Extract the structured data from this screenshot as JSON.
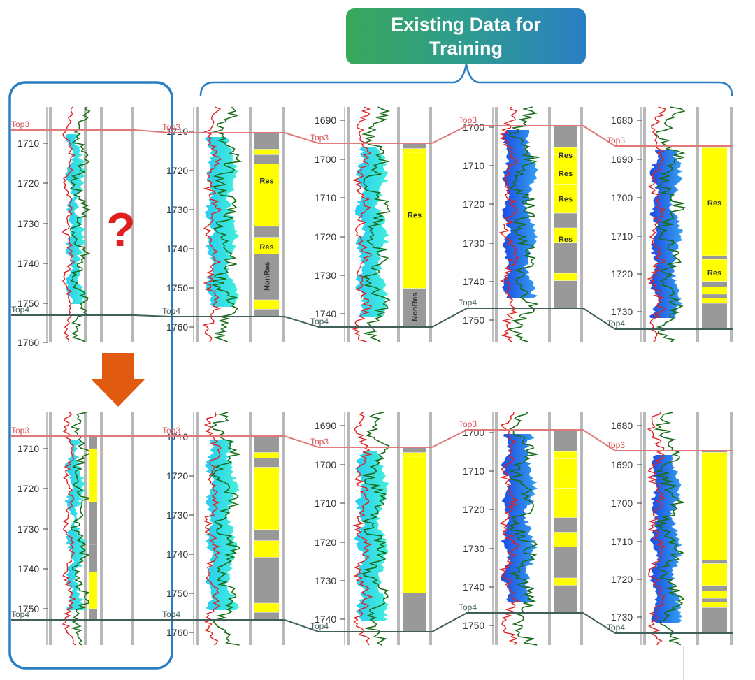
{
  "banner": {
    "line1": "Existing Data for",
    "line2": "Training"
  },
  "question_mark": "?",
  "tops": {
    "top3": "Top3",
    "top4": "Top4"
  },
  "labels": {
    "res": "Res",
    "nonres": "NonRes"
  },
  "colors": {
    "accent_blue": "#2a7fc4",
    "top3_line": "#e07a7a",
    "top4_line": "#3f5f5a",
    "question": "#e02020",
    "arrow": "#e05a10",
    "res_yellow": "#ffff00",
    "nonres_gray": "#999999",
    "curve_red": "#e02020",
    "curve_green": "#1a6e1a",
    "fill_cyan": "#22e0e8",
    "fill_blue": "#1a56e8"
  },
  "wells": [
    {
      "name": "query-well",
      "ticks": [
        "1710",
        "1720",
        "1730",
        "1740",
        "1750",
        "1760"
      ]
    },
    {
      "name": "training-well-1",
      "ticks": [
        "1710",
        "1720",
        "1730",
        "1740",
        "1750",
        "1760"
      ]
    },
    {
      "name": "training-well-2",
      "ticks": [
        "1690",
        "1700",
        "1710",
        "1720",
        "1730",
        "1740"
      ]
    },
    {
      "name": "training-well-3",
      "ticks": [
        "1700",
        "1710",
        "1720",
        "1730",
        "1740",
        "1750"
      ]
    },
    {
      "name": "training-well-4",
      "ticks": [
        "1680",
        "1690",
        "1700",
        "1710",
        "1720",
        "1730"
      ]
    }
  ]
}
